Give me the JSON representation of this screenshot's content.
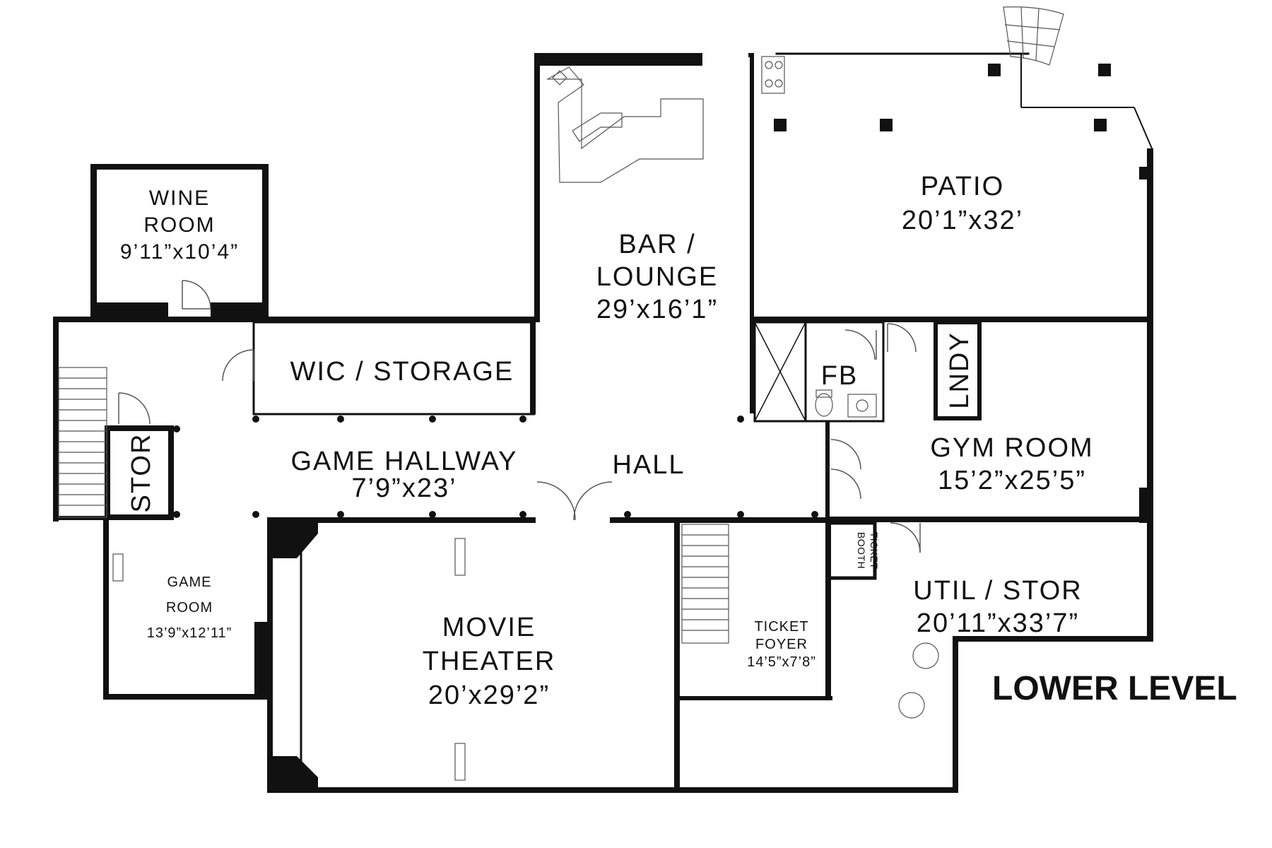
{
  "plan_title": "LOWER LEVEL",
  "rooms": {
    "wine_room": {
      "name_1": "WINE",
      "name_2": "ROOM",
      "dims": "9’11”x10’4”"
    },
    "bar_lounge": {
      "name_1": "BAR /",
      "name_2": "LOUNGE",
      "dims": "29’x16’1”"
    },
    "patio": {
      "name": "PATIO",
      "dims": "20’1”x32’"
    },
    "wic_storage": {
      "name": "WIC / STORAGE"
    },
    "fb": {
      "name": "FB"
    },
    "lndy": {
      "name": "LNDY"
    },
    "stor": {
      "name": "STOR"
    },
    "game_hallway": {
      "name": "GAME HALLWAY",
      "dims": "7’9”x23’"
    },
    "hall": {
      "name": "HALL"
    },
    "gym_room": {
      "name": "GYM ROOM",
      "dims": "15’2”x25’5”"
    },
    "ticket_booth": {
      "name_1": "TICKET",
      "name_2": "BOOTH"
    },
    "game_room": {
      "name_1": "GAME",
      "name_2": "ROOM",
      "dims": "13’9”x12’11”"
    },
    "util_stor": {
      "name": "UTIL / STOR",
      "dims": "20’11”x33’7”"
    },
    "movie_theater": {
      "name_1": "MOVIE",
      "name_2": "THEATER",
      "dims": "20’x29’2”"
    },
    "ticket_foyer": {
      "name_1": "TICKET",
      "name_2": "FOYER",
      "dims": "14’5”x7’8”"
    }
  }
}
